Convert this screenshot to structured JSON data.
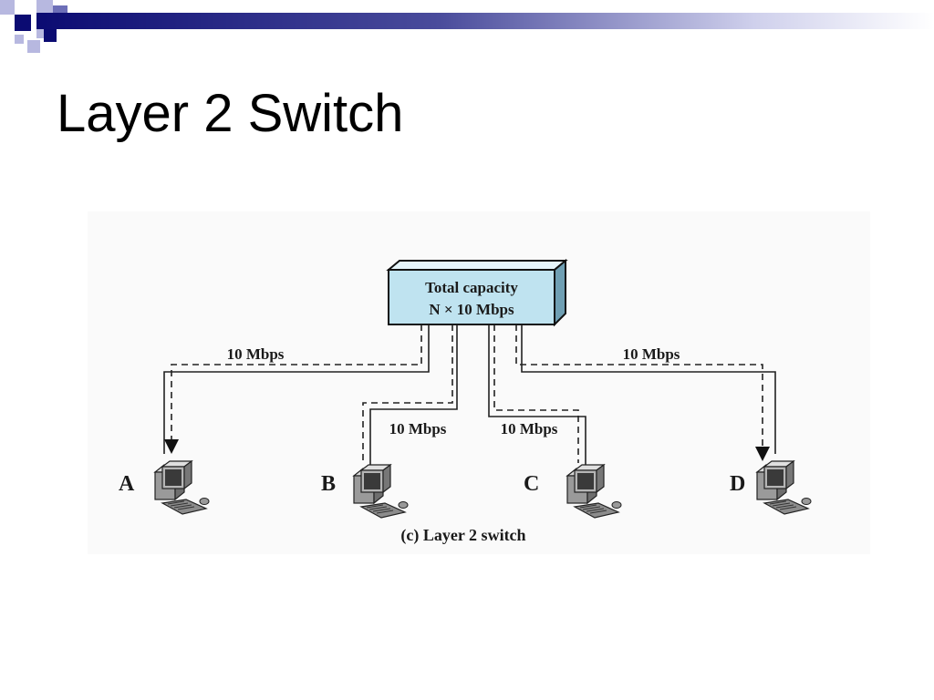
{
  "slide": {
    "title": "Layer 2 Switch"
  },
  "figure": {
    "switch": {
      "line1": "Total capacity",
      "line2": "N × 10 Mbps"
    },
    "links": {
      "a": "10 Mbps",
      "b": "10 Mbps",
      "c": "10 Mbps",
      "d": "10 Mbps"
    },
    "stations": {
      "a": "A",
      "b": "B",
      "c": "C",
      "d": "D"
    },
    "caption": "(c) Layer 2 switch"
  },
  "colors": {
    "switch_fill": "#bfe3f0",
    "navy": "#0b0b72"
  }
}
